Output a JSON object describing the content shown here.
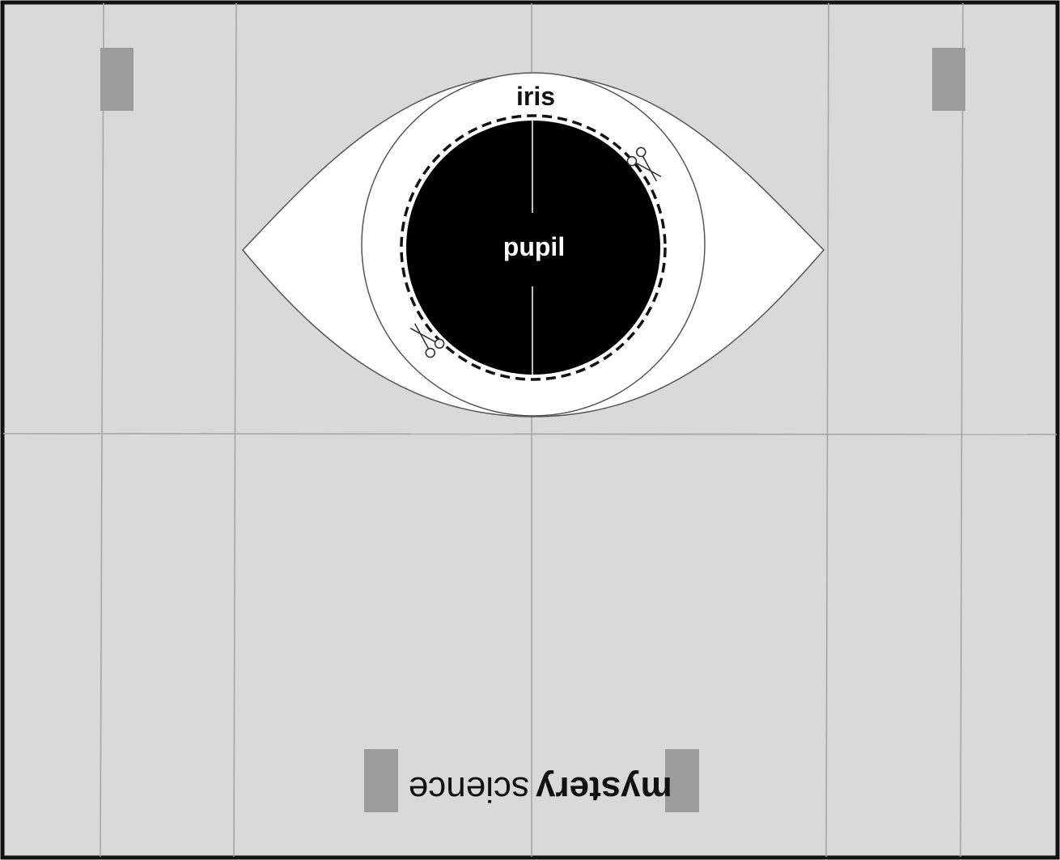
{
  "labels": {
    "iris": "iris",
    "pupil": "pupil"
  },
  "brand": {
    "mystery": "mystery",
    "science": "science"
  },
  "icons": {
    "cut_mark": "scissors-icon"
  },
  "colors": {
    "background": "#d9d9d9",
    "border": "#111111",
    "fold_line": "#a6a6a6",
    "tab": "#9c9c9c",
    "eye_white": "#ffffff",
    "outline": "#555555",
    "pupil": "#000000",
    "label_dark": "#111111",
    "label_light": "#ffffff"
  }
}
